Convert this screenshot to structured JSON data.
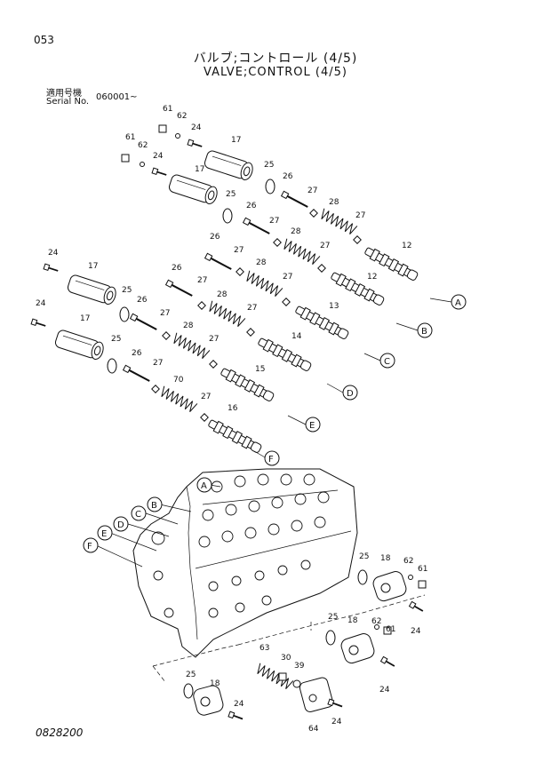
{
  "header": {
    "page_number": "053",
    "title_jp": "バルブ;コントロール (4/5)",
    "title_en": "VALVE;CONTROL (4/5)",
    "serial_label_jp": "適用号機",
    "serial_label_en": "Serial No.",
    "serial_value": "060001~"
  },
  "footer": {
    "doc_code": "0828200"
  },
  "callouts": {
    "c12a": "12",
    "c12b": "12",
    "c13": "13",
    "c14": "14",
    "c15": "15",
    "c16": "16",
    "c17a": "17",
    "c17b": "17",
    "c17c": "17",
    "c17d": "17",
    "c18a": "18",
    "c18b": "18",
    "c18c": "18",
    "c24a": "24",
    "c24b": "24",
    "c24c": "24",
    "c24d": "24",
    "c24e": "24",
    "c24f": "24",
    "c24g": "24",
    "c24h": "24",
    "c25a": "25",
    "c25b": "25",
    "c25c": "25",
    "c25d": "25",
    "c25e": "25",
    "c25f": "25",
    "c25g": "25",
    "c26a": "26",
    "c26b": "26",
    "c26c": "26",
    "c26d": "26",
    "c26e": "26",
    "c26f": "26",
    "c27a": "27",
    "c27b": "27",
    "c27c": "27",
    "c27d": "27",
    "c27e": "27",
    "c27f": "27",
    "c27g": "27",
    "c27h": "27",
    "c27i": "27",
    "c27j": "27",
    "c27k": "27",
    "c27l": "27",
    "c28a": "28",
    "c28b": "28",
    "c28c": "28",
    "c28d": "28",
    "c28e": "28",
    "c30": "30",
    "c39": "39",
    "c61a": "61",
    "c61b": "61",
    "c61c": "61",
    "c61d": "61",
    "c62a": "62",
    "c62b": "62",
    "c62c": "62",
    "c62d": "62",
    "c63": "63",
    "c64": "64",
    "c70": "70"
  },
  "port_labels": [
    "A",
    "B",
    "C",
    "D",
    "E",
    "F"
  ]
}
